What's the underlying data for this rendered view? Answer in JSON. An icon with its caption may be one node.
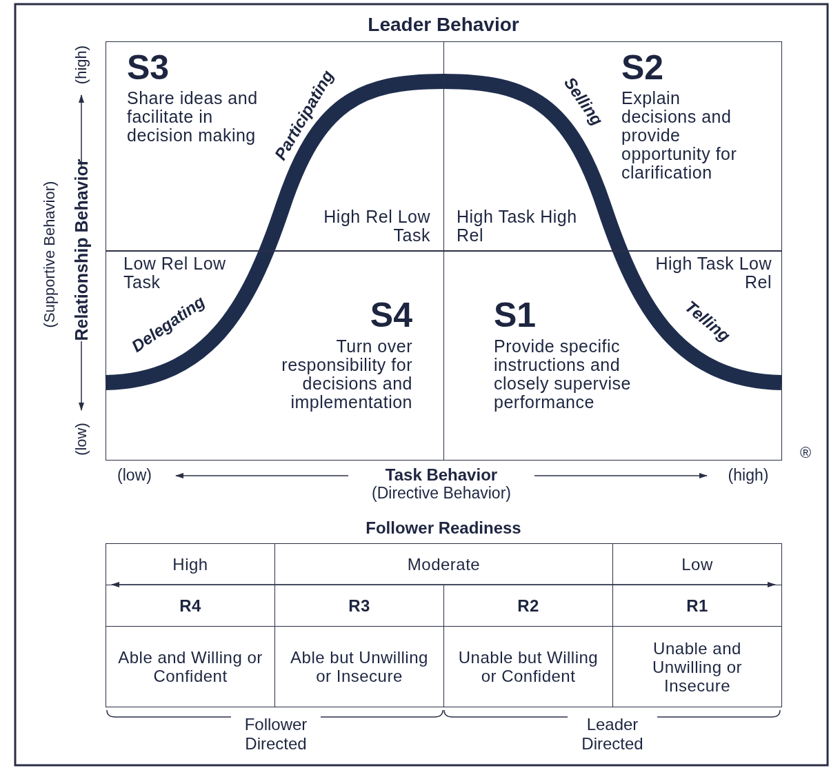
{
  "diagram": {
    "title": "Leader Behavior",
    "nodes": [
      {
        "text": [
          "S3",
          "Share ideas and facilitate in decision making",
          "Participating",
          "High Rel Low Task"
        ]
      },
      {
        "text": [
          "S2",
          "Explain decisions and provide opportunity for clarification",
          "Selling",
          "High Task High Rel"
        ]
      },
      {
        "text": [
          "Low Rel Low Task",
          "Delegating",
          "S4",
          "Turn over responsibility for decisions and implementation"
        ]
      },
      {
        "text": [
          "High Task Low Rel",
          "S1",
          "Provide specific instructions and closely supervise performance",
          "Telling"
        ]
      }
    ],
    "labels": [
      "(Supportive Behavior)",
      "(high)",
      "Relationship Behavior",
      "(low)",
      "®",
      "(low)",
      "Task Behavior",
      "(high)",
      "(Directive Behavior)",
      "Follower Readiness",
      "High",
      "Moderate",
      "Low",
      "R4",
      "R3",
      "R2",
      "R1",
      "Able and Willing or Confident",
      "Able but Unwilling or Insecure",
      "Unable but Willing or Confident",
      "Unable and Unwilling or Insecure",
      "Follower Directed",
      "Leader Directed"
    ]
  }
}
